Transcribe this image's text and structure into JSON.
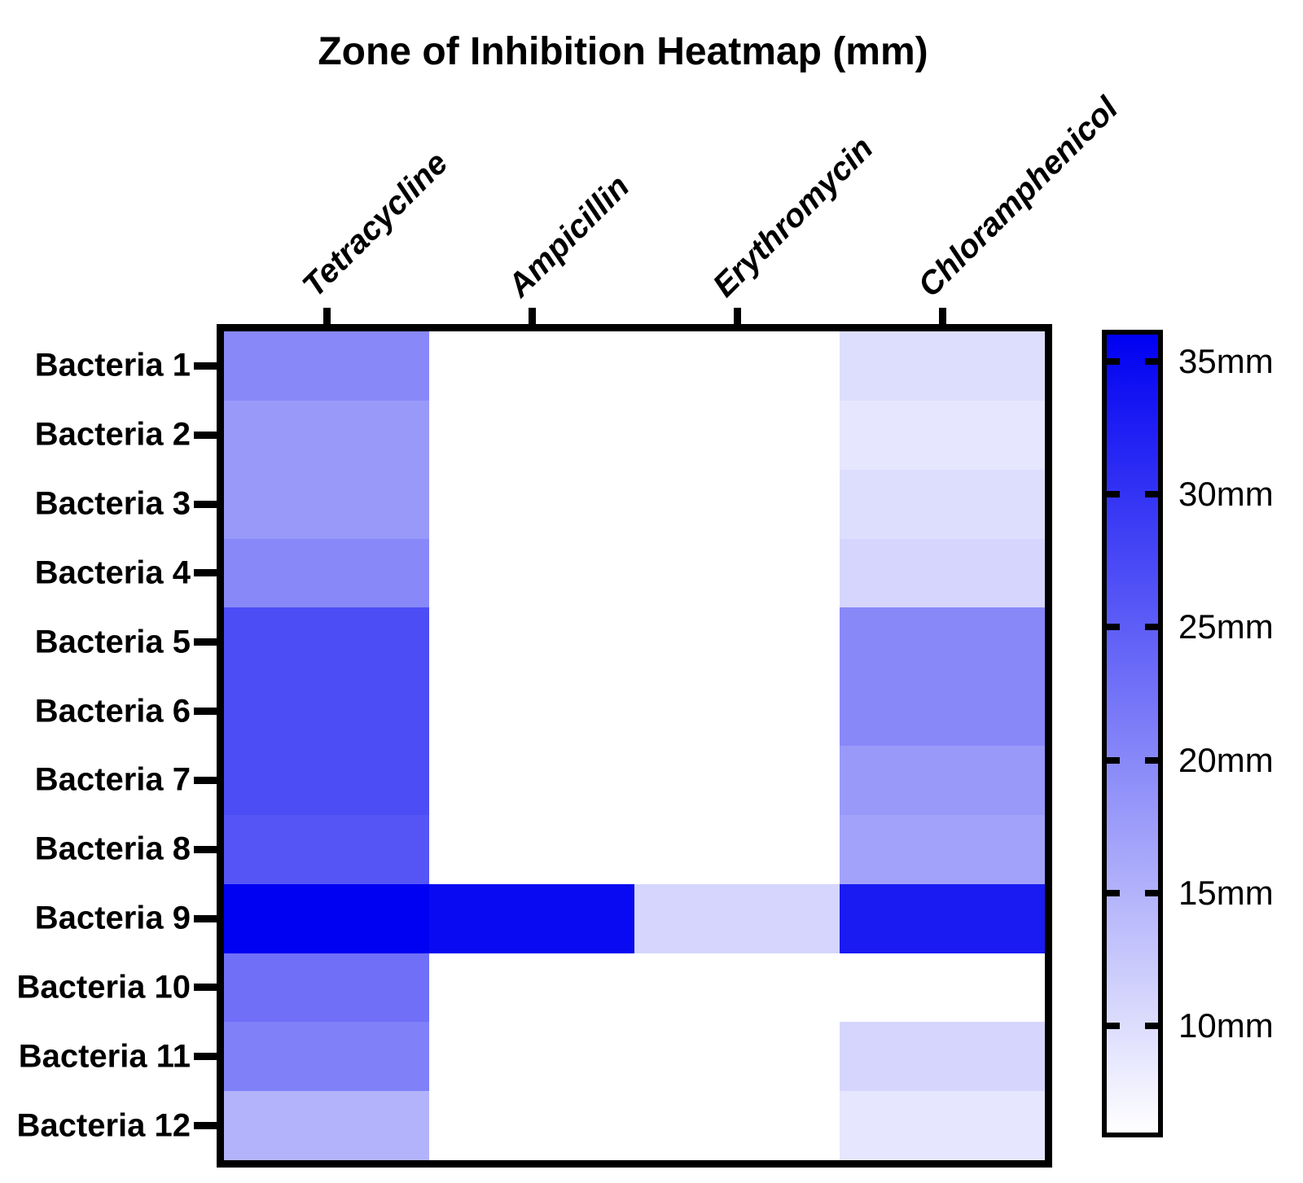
{
  "title": "Zone of Inhibition Heatmap (mm)",
  "colors": {
    "background": "#FFFFFF",
    "text": "#000000",
    "frame": "#000000",
    "heat_min": "#FFFFFF",
    "heat_max": "#0000F2"
  },
  "chart_data": {
    "type": "heatmap",
    "title": "Zone of Inhibition Heatmap (mm)",
    "unit": "mm",
    "columns": [
      "Tetracycline",
      "Ampicillin",
      "Erythromycin",
      "Chloramphenicol"
    ],
    "rows": [
      "Bacteria 1",
      "Bacteria 2",
      "Bacteria 3",
      "Bacteria 4",
      "Bacteria 5",
      "Bacteria 6",
      "Bacteria 7",
      "Bacteria 8",
      "Bacteria 9",
      "Bacteria 10",
      "Bacteria 11",
      "Bacteria 12"
    ],
    "values": [
      [
        20,
        6,
        6,
        10
      ],
      [
        18,
        6,
        6,
        9
      ],
      [
        18,
        6,
        6,
        10
      ],
      [
        20,
        6,
        6,
        11
      ],
      [
        27,
        6,
        6,
        20
      ],
      [
        27,
        6,
        6,
        20
      ],
      [
        27,
        6,
        6,
        18
      ],
      [
        26,
        6,
        6,
        17
      ],
      [
        36,
        35,
        11,
        33
      ],
      [
        23,
        6,
        6,
        6
      ],
      [
        21,
        6,
        6,
        11
      ],
      [
        15,
        6,
        6,
        9
      ]
    ],
    "scale": {
      "min": 6,
      "max": 36,
      "min_color": "#FFFFFF",
      "max_color": "#0000F2"
    },
    "colorbar": {
      "tick_values": [
        35,
        30,
        25,
        20,
        15,
        10
      ],
      "tick_label_suffix": "mm",
      "position": "right",
      "gradient_direction": "bottom-white-to-top-blue"
    },
    "grid": false,
    "legend_position": "right-colorbar"
  }
}
